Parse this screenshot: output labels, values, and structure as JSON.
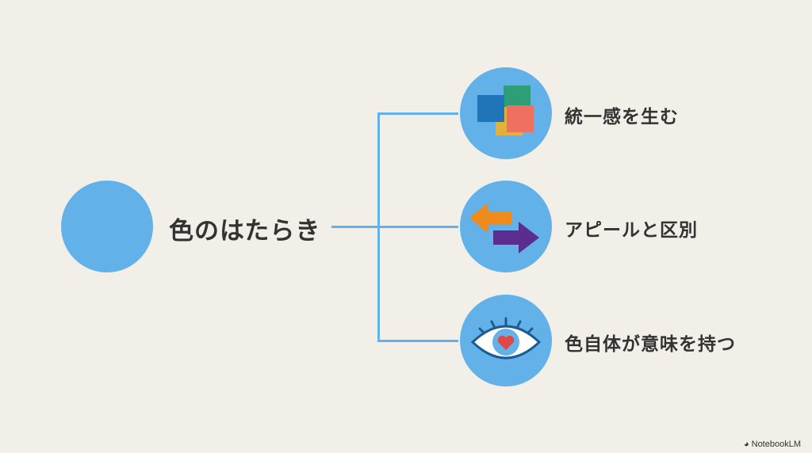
{
  "diagram": {
    "root": {
      "label": "色のはたらき"
    },
    "branches": [
      {
        "label": "統一感を生む",
        "icon": "overlapping-color-squares-icon"
      },
      {
        "label": "アピールと区別",
        "icon": "opposite-arrows-icon"
      },
      {
        "label": "色自体が意味を持つ",
        "icon": "eye-heart-icon"
      }
    ],
    "colors": {
      "background": "#f2eee8",
      "accent": "#63b1e9",
      "text": "#333333"
    }
  },
  "watermark": {
    "text": "NotebookLM"
  }
}
